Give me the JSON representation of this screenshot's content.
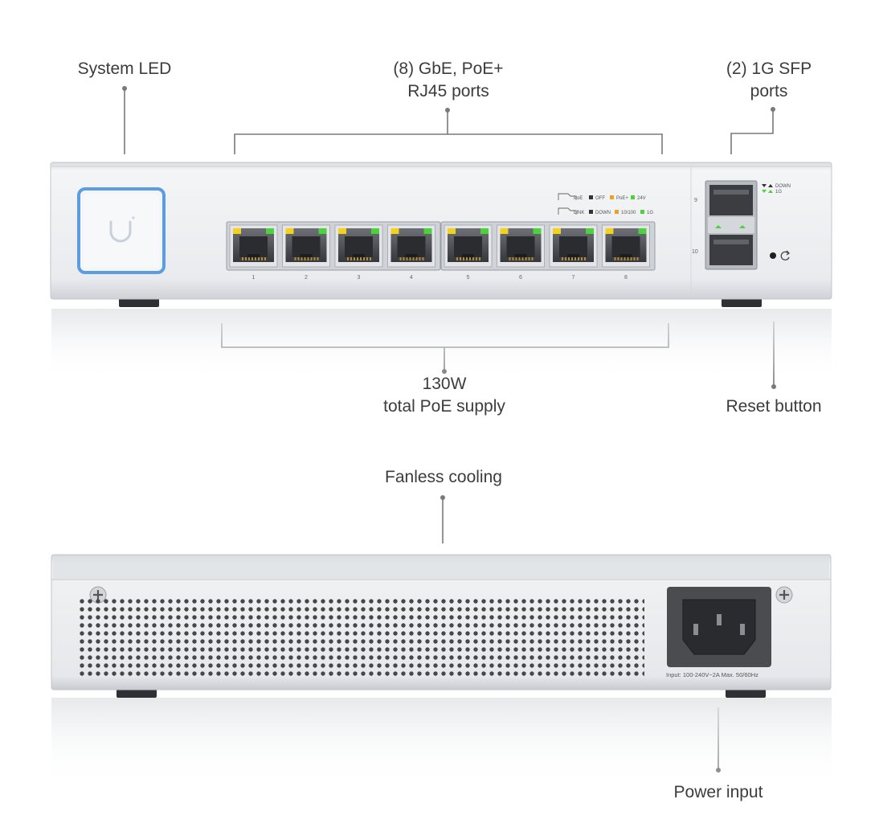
{
  "callouts": {
    "system_led": "System LED",
    "rj45_line1": "(8) GbE, PoE+",
    "rj45_line2": "RJ45 ports",
    "sfp_line1": "(2) 1G SFP",
    "sfp_line2": "ports",
    "poe_line1": "130W",
    "poe_line2": "total PoE supply",
    "reset": "Reset button",
    "fanless": "Fanless cooling",
    "power": "Power input"
  },
  "front_panel": {
    "port_numbers": [
      "1",
      "2",
      "3",
      "4",
      "5",
      "6",
      "7",
      "8"
    ],
    "sfp_numbers": [
      "9",
      "10"
    ],
    "led_legend": {
      "poe_label": "PoE",
      "poe_off": "OFF",
      "poe_plus": "PoE+",
      "poe_24v": "24V",
      "link_label": "LINK",
      "link_down": "DOWN",
      "link_10_100": "10/100",
      "link_1g": "1G"
    },
    "sfp_legend": {
      "down": "DOWN",
      "one_g": "1G"
    }
  },
  "rear_panel": {
    "power_spec": "Input: 100-240V~2A Max. 50/60Hz"
  },
  "colors": {
    "led_blue": "#5b9de0",
    "led_yellow": "#f2d21c",
    "led_green": "#4cd23c",
    "chassis": "#e6e8eb",
    "leader_line": "#777777"
  }
}
